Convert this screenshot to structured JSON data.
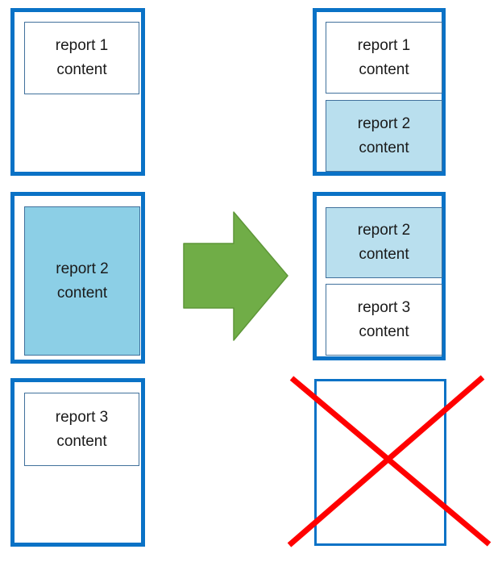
{
  "diagram": {
    "description_semantic": "reports-merge-pagination-diagram",
    "left_column": {
      "page1": {
        "box1_label": "report 1\ncontent"
      },
      "page2": {
        "box1_label": "report 2\ncontent"
      },
      "page3": {
        "box1_label": "report 3\ncontent"
      }
    },
    "right_column": {
      "page1": {
        "box1_label": "report 1\ncontent",
        "box2_label": "report 2\ncontent"
      },
      "page2": {
        "box1_label": "report 2\ncontent",
        "box2_label": "report 3\ncontent"
      },
      "page3": {
        "crossed_out": true
      }
    },
    "icons": {
      "arrow": "right-block-arrow",
      "cross": "red-x-cross"
    },
    "colors": {
      "page_border": "#0a72c6",
      "box_border": "#41719c",
      "box_fill_blue": "#8ccfe6",
      "box_fill_blue_light": "#b9dfee",
      "arrow_fill": "#70ad47",
      "arrow_stroke": "#5e9638",
      "cross": "#ff0000",
      "text": "#1a1a1a",
      "background": "#ffffff"
    }
  }
}
